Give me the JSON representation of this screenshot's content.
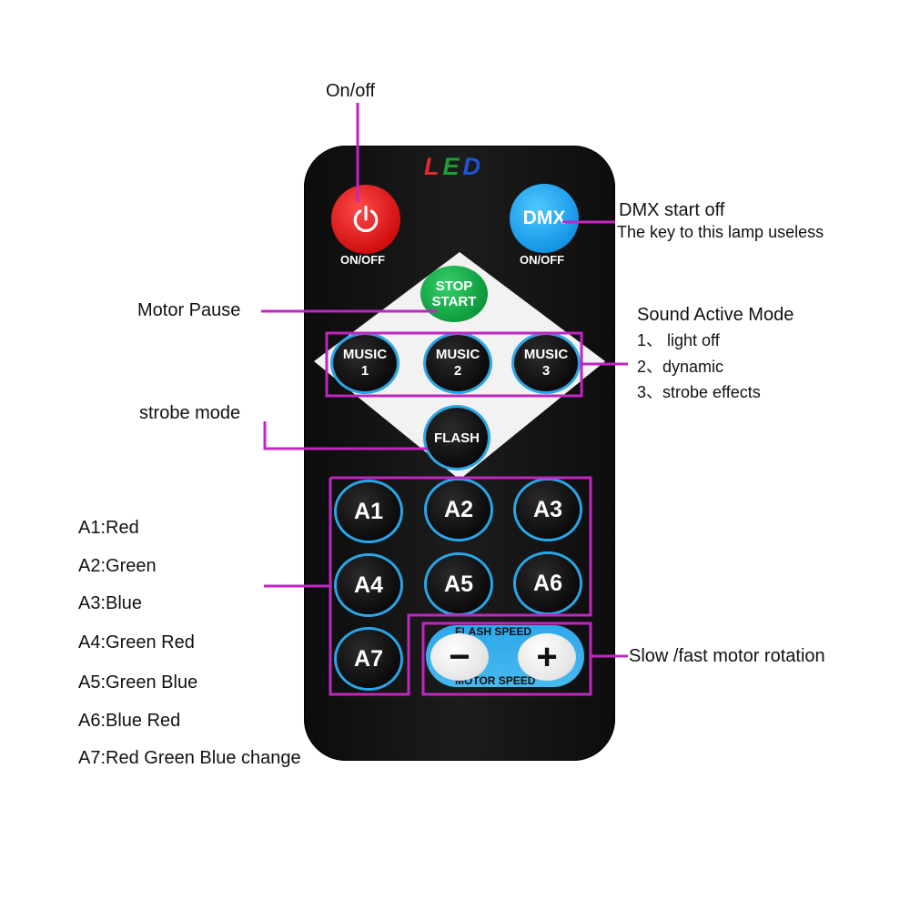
{
  "remote": {
    "logo": {
      "l1": "L",
      "l2": "E",
      "l3": "D"
    },
    "power_button": {
      "sub_label": "ON/OFF"
    },
    "dmx_button": {
      "label": "DMX",
      "sub_label": "ON/OFF"
    },
    "stop_start_button": {
      "line1": "STOP",
      "line2": "START"
    },
    "music_buttons": [
      {
        "line1": "MUSIC",
        "line2": "1"
      },
      {
        "line1": "MUSIC",
        "line2": "2"
      },
      {
        "line1": "MUSIC",
        "line2": "3"
      }
    ],
    "flash_button": {
      "label": "FLASH"
    },
    "color_buttons": [
      "A1",
      "A2",
      "A3",
      "A4",
      "A5",
      "A6",
      "A7"
    ],
    "speed_panel": {
      "top_label": "FLASH SPEED",
      "bottom_label": "MOTOR SPEED",
      "minus": "−",
      "plus": "+"
    }
  },
  "callouts": {
    "on_off": "On/off",
    "dmx_title": "DMX start off",
    "dmx_note": "The key to this lamp useless",
    "motor_pause": "Motor Pause",
    "sound_mode_title": "Sound Active Mode",
    "sound_modes": [
      "1、 light off",
      "2、dynamic",
      "3、strobe effects"
    ],
    "strobe_mode": "strobe mode",
    "motor_rotation": "Slow /fast motor rotation"
  },
  "color_legend": [
    "A1:Red",
    "A2:Green",
    "A3:Blue",
    "A4:Green Red",
    "A5:Green  Blue",
    "A6:Blue Red",
    "A7:Red Green Blue change"
  ],
  "colors": {
    "annotation_line": "#c026c0",
    "power_red": "#d10f10",
    "dmx_blue": "#1596e6",
    "stop_green": "#0f9a3d",
    "button_ring": "#29a6e8"
  }
}
